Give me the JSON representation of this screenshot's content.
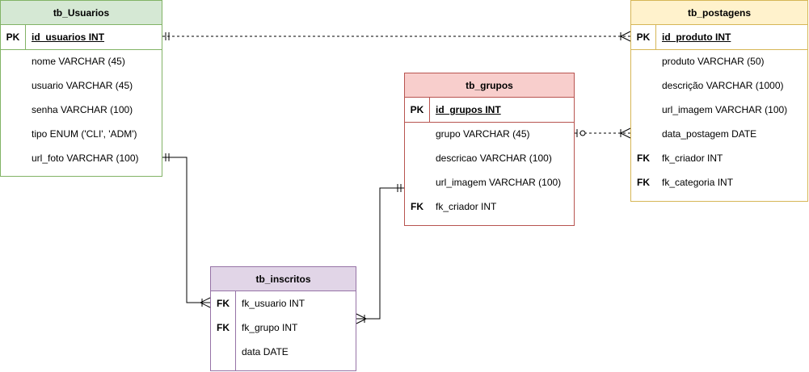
{
  "tables": {
    "usuarios": {
      "name": "tb_Usuarios",
      "pk": {
        "key": "PK",
        "name": "id_usuarios INT"
      },
      "columns": [
        {
          "key": "",
          "name": "nome VARCHAR (45)"
        },
        {
          "key": "",
          "name": "usuario VARCHAR (45)"
        },
        {
          "key": "",
          "name": "senha VARCHAR (100)"
        },
        {
          "key": "",
          "name": "tipo ENUM ('CLI', 'ADM')"
        },
        {
          "key": "",
          "name": "url_foto VARCHAR (100)"
        }
      ],
      "colors": {
        "header": "#d5e8d4",
        "border": "#82b366"
      }
    },
    "postagens": {
      "name": "tb_postagens",
      "pk": {
        "key": "PK",
        "name": "id_produto INT"
      },
      "columns": [
        {
          "key": "",
          "name": "produto VARCHAR (50)"
        },
        {
          "key": "",
          "name": "descrição VARCHAR (1000)"
        },
        {
          "key": "",
          "name": "url_imagem VARCHAR (100)"
        },
        {
          "key": "",
          "name": "data_postagem DATE"
        },
        {
          "key": "FK",
          "name": "fk_criador INT"
        },
        {
          "key": "FK",
          "name": "fk_categoria INT"
        }
      ],
      "colors": {
        "header": "#fff2cc",
        "border": "#d6b656"
      }
    },
    "grupos": {
      "name": "tb_grupos",
      "pk": {
        "key": "PK",
        "name": "id_grupos INT"
      },
      "columns": [
        {
          "key": "",
          "name": "grupo VARCHAR (45)"
        },
        {
          "key": "",
          "name": "descricao VARCHAR (100)"
        },
        {
          "key": "",
          "name": "url_imagem VARCHAR (100)"
        },
        {
          "key": "FK",
          "name": "fk_criador INT"
        }
      ],
      "colors": {
        "header": "#f8cecc",
        "border": "#b85450"
      }
    },
    "inscritos": {
      "name": "tb_inscritos",
      "columns": [
        {
          "key": "FK",
          "name": "fk_usuario INT"
        },
        {
          "key": "FK",
          "name": "fk_grupo INT"
        },
        {
          "key": "",
          "name": "data DATE"
        }
      ],
      "colors": {
        "header": "#e1d5e7",
        "border": "#9673a6"
      }
    }
  },
  "relationships": [
    {
      "from": "tb_Usuarios",
      "to": "tb_postagens",
      "from_cardinality": "one-mandatory",
      "to_cardinality": "one-or-many",
      "style": "dashed"
    },
    {
      "from": "tb_grupos",
      "to": "tb_postagens",
      "from_cardinality": "zero-or-one",
      "to_cardinality": "one-or-many",
      "style": "dashed"
    },
    {
      "from": "tb_Usuarios",
      "to": "tb_inscritos",
      "from_cardinality": "one-mandatory",
      "to_cardinality": "one-or-many",
      "style": "solid"
    },
    {
      "from": "tb_grupos",
      "to": "tb_inscritos",
      "from_cardinality": "one-mandatory",
      "to_cardinality": "one-or-many",
      "style": "solid"
    }
  ]
}
